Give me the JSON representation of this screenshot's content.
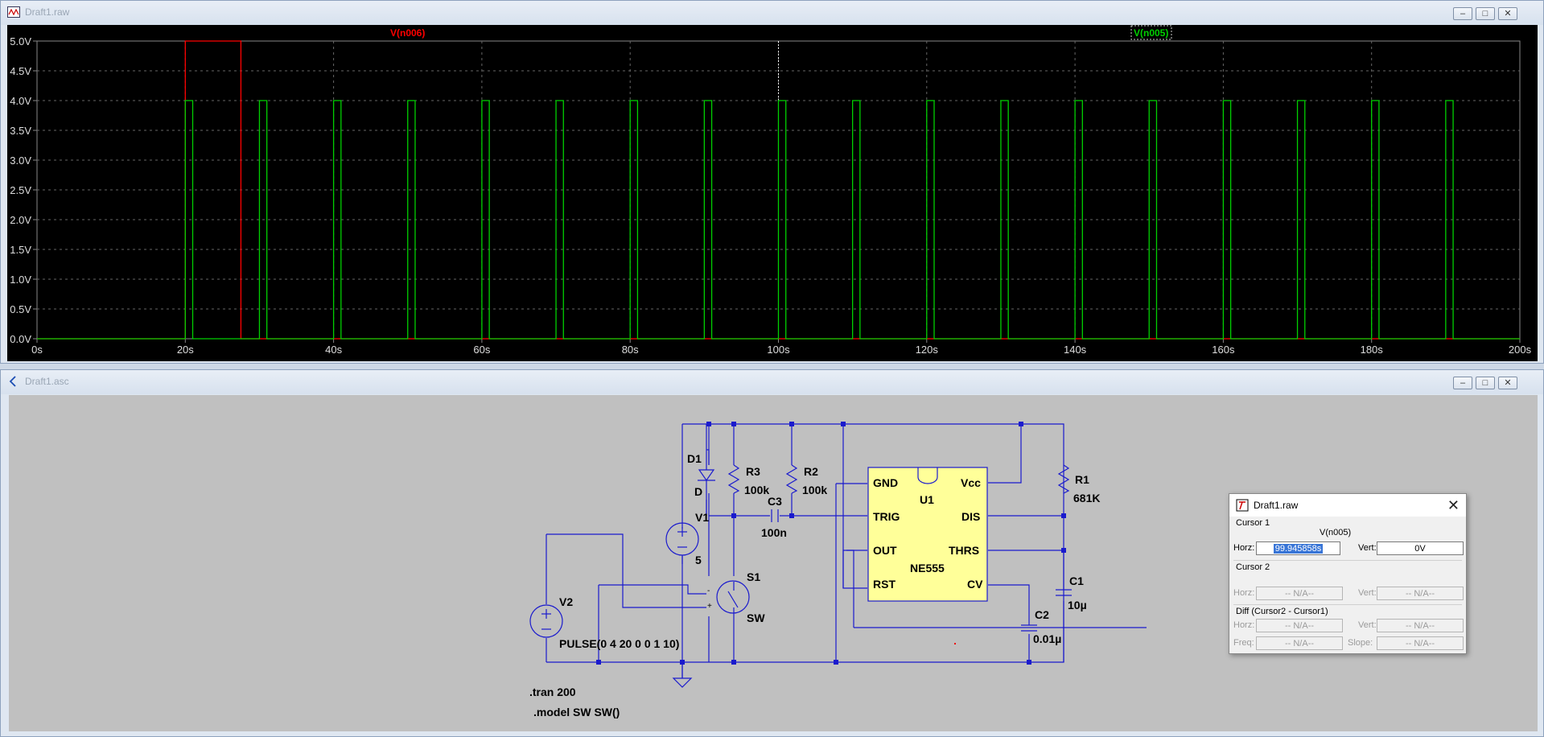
{
  "plot_window": {
    "title": "Draft1.raw",
    "trace_labels": [
      "V(n006)",
      "V(n005)"
    ],
    "colors": {
      "trace_red": "#ff0000",
      "trace_green": "#00d000",
      "background": "#000000"
    },
    "buttons": [
      "minimize",
      "maximize",
      "close"
    ]
  },
  "chart_data": {
    "type": "line",
    "xlabel": "",
    "ylabel": "",
    "xlim": [
      0,
      200
    ],
    "ylim": [
      0,
      5
    ],
    "x_ticks": [
      "0s",
      "20s",
      "40s",
      "60s",
      "80s",
      "100s",
      "120s",
      "140s",
      "160s",
      "180s",
      "200s"
    ],
    "y_ticks": [
      "0.0V",
      "0.5V",
      "1.0V",
      "1.5V",
      "2.0V",
      "2.5V",
      "3.0V",
      "3.5V",
      "4.0V",
      "4.5V",
      "5.0V"
    ],
    "grid": true,
    "cursor_x": 100,
    "series": [
      {
        "name": "V(n006)",
        "color": "#ff0000",
        "points": [
          [
            0,
            0
          ],
          [
            20,
            0
          ],
          [
            20,
            5
          ],
          [
            27.5,
            5
          ],
          [
            27.5,
            0
          ],
          [
            200,
            0
          ]
        ]
      },
      {
        "name": "V(n005)",
        "color": "#00d000",
        "pulse_starts": [
          20,
          30,
          40,
          50,
          60,
          70,
          80,
          90,
          100,
          110,
          120,
          130,
          140,
          150,
          160,
          170,
          180,
          190
        ],
        "pulse_width": 1,
        "high": 4,
        "low": 0
      }
    ]
  },
  "schematic_window": {
    "title": "Draft1.asc",
    "components": {
      "D1": {
        "name": "D1",
        "value": "D"
      },
      "R3": {
        "name": "R3",
        "value": "100k"
      },
      "R2": {
        "name": "R2",
        "value": "100k"
      },
      "C3": {
        "name": "C3",
        "value": "100n"
      },
      "V1": {
        "name": "V1",
        "value": "5"
      },
      "S1": {
        "name": "S1",
        "value": "SW"
      },
      "V2": {
        "name": "V2",
        "value": "PULSE(0 4 20 0 0 1 10)"
      },
      "U1": {
        "name": "U1",
        "value": "NE555",
        "pins": {
          "gnd": "GND",
          "vcc": "Vcc",
          "trig": "TRIG",
          "dis": "DIS",
          "out": "OUT",
          "thrs": "THRS",
          "rst": "RST",
          "cv": "CV"
        }
      },
      "R1": {
        "name": "R1",
        "value": "681K"
      },
      "C1": {
        "name": "C1",
        "value": "10µ"
      },
      "C2": {
        "name": "C2",
        "value": "0.01µ"
      }
    },
    "directives": [
      ".tran 200",
      ".model SW SW()"
    ],
    "switch_polarity": {
      "minus": "-",
      "plus": "+"
    }
  },
  "cursor_dialog": {
    "title": "Draft1.raw",
    "cursor1_label": "Cursor 1",
    "trace": "V(n005)",
    "horz_label": "Horz:",
    "horz_value": "99.945858s",
    "vert_label": "Vert:",
    "vert_value": "0V",
    "cursor2_label": "Cursor 2",
    "cursor2_horz": "-- N/A--",
    "cursor2_vert": "-- N/A--",
    "diff_label": "Diff (Cursor2 - Cursor1)",
    "diff_horz": "-- N/A--",
    "diff_vert": "-- N/A--",
    "freq_label": "Freq:",
    "freq_value": "-- N/A--",
    "slope_label": "Slope:",
    "slope_value": "-- N/A--"
  }
}
